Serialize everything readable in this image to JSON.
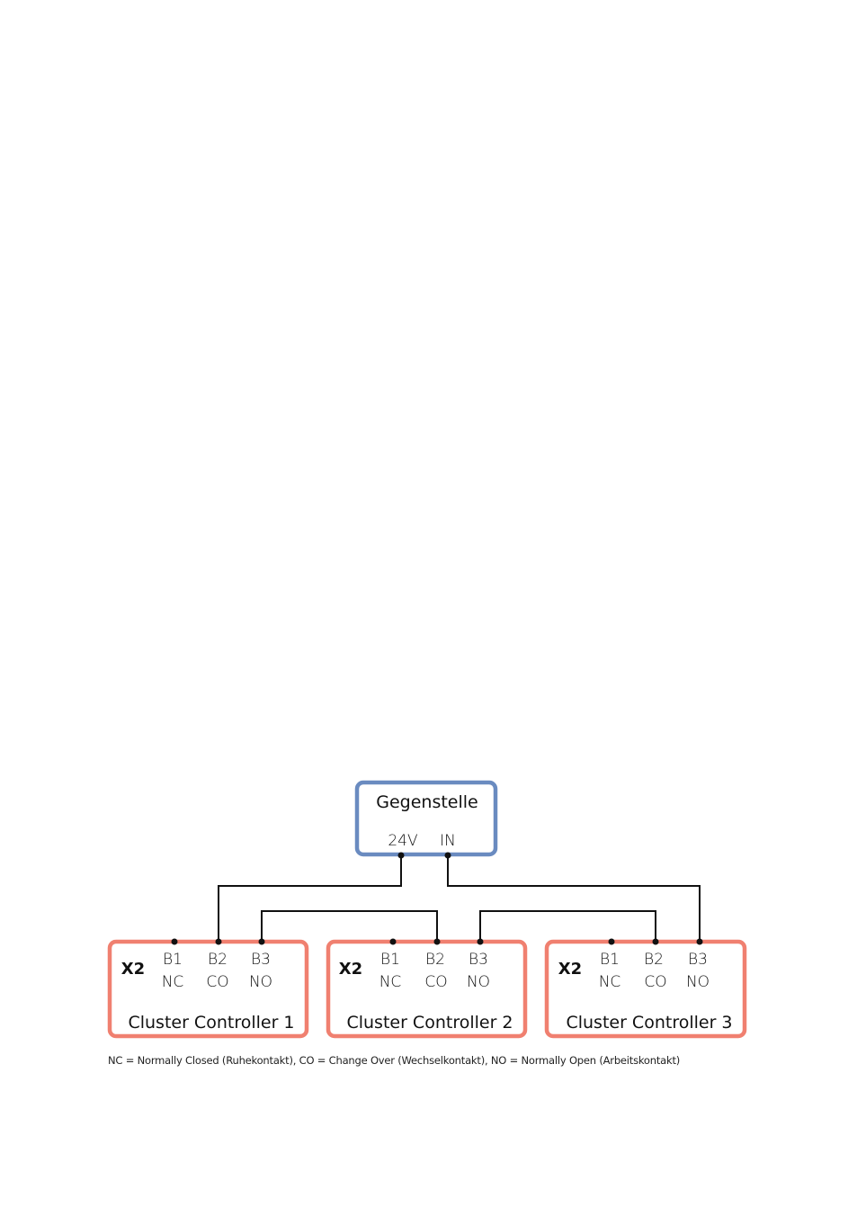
{
  "remote": {
    "title": "Gegenstelle",
    "pins": [
      "24V",
      "IN"
    ],
    "color": "#6a8bc0"
  },
  "controllers": [
    {
      "connector": "X2",
      "pins": [
        "B1",
        "B2",
        "B3"
      ],
      "types": [
        "NC",
        "CO",
        "NO"
      ],
      "label": "Cluster Controller 1"
    },
    {
      "connector": "X2",
      "pins": [
        "B1",
        "B2",
        "B3"
      ],
      "types": [
        "NC",
        "CO",
        "NO"
      ],
      "label": "Cluster Controller 2"
    },
    {
      "connector": "X2",
      "pins": [
        "B1",
        "B2",
        "B3"
      ],
      "types": [
        "NC",
        "CO",
        "NO"
      ],
      "label": "Cluster Controller 3"
    }
  ],
  "controller_color": "#f08070",
  "wire_color": "#111111",
  "legend": "NC = Normally Closed (Ruhekontakt), CO = Change Over (Wechselkontakt), NO = Normally Open (Arbeitskontakt)"
}
